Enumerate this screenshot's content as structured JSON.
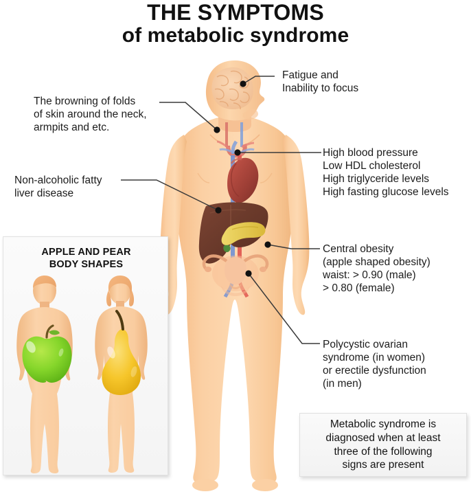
{
  "title": {
    "line1": "THE SYMPTOMS",
    "line2": "of metabolic syndrome"
  },
  "annotations": [
    {
      "id": "skin-browning",
      "text": "The browning of folds\nof skin around the neck,\narmpits and etc.",
      "side": "left"
    },
    {
      "id": "fatty-liver",
      "text": "Non-alcoholic fatty\nliver disease",
      "side": "left"
    },
    {
      "id": "fatigue",
      "text": "Fatigue and\nInability to focus",
      "side": "right"
    },
    {
      "id": "blood-markers",
      "text": "High blood pressure\nLow HDL cholesterol\nHigh triglyceride levels\nHigh fasting glucose levels",
      "side": "right"
    },
    {
      "id": "central-obesity",
      "text": "Central obesity\n(apple shaped obesity)\nwaist: > 0.90 (male)\n           > 0.80 (female)",
      "side": "right"
    },
    {
      "id": "pcos",
      "text": "Polycystic ovarian\nsyndrome (in women)\nor erectile dysfunction\n(in men)",
      "side": "right"
    }
  ],
  "panel": {
    "title": "APPLE AND PEAR\nBODY SHAPES",
    "figures": [
      {
        "id": "male-apple-shape",
        "fruit": "apple",
        "fruit_color": "#7ED321",
        "sex": "male"
      },
      {
        "id": "female-pear-shape",
        "fruit": "pear",
        "fruit_color": "#F5C220",
        "sex": "female"
      }
    ]
  },
  "caption": {
    "text": "Metabolic syndrome is\ndiagnosed  when at least\nthree of the following\nsigns are present"
  },
  "figure": {
    "label": "human-body-anatomy-illustration",
    "organs": [
      "brain",
      "heart",
      "liver",
      "pancreas",
      "aorta",
      "vena-cava",
      "uterus",
      "ovaries"
    ]
  },
  "colors": {
    "skin": "#FACC9C",
    "skin_shade": "#F3BE89",
    "brain": "#F6C49A",
    "heart": "#B0483E",
    "liver": "#6E3B2C",
    "pancreas": "#E8CE55",
    "artery": "#E0574F",
    "vein": "#6E8FD6",
    "apple": "#7ED321",
    "pear": "#F5C220",
    "panel_bg": "#F7F7F7",
    "text": "#1C1C1C",
    "leader": "#3A3A3A"
  }
}
